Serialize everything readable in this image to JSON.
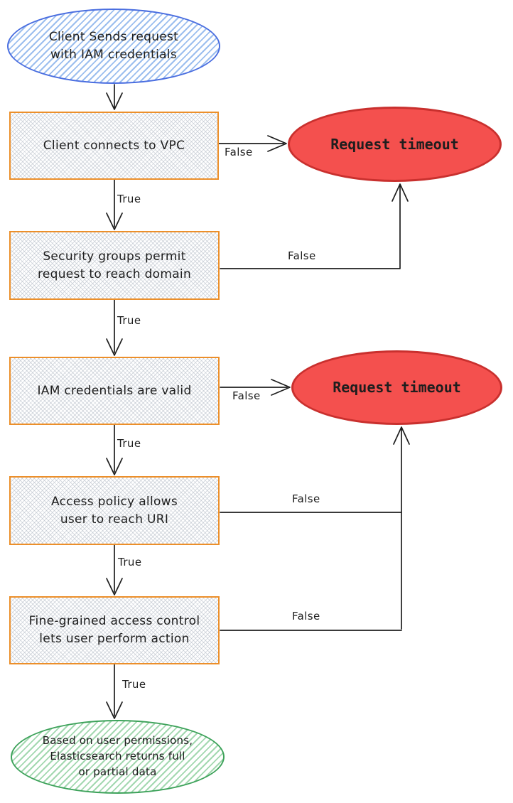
{
  "colors": {
    "arrow": "#1e1e1e",
    "start_border": "#4a6ee0",
    "start_hachure": "rgba(122,168,233,0.75)",
    "process_border": "#ec8f2a",
    "process_hatch": "rgba(168,177,189,0.45)",
    "timeout_fill": "#f4504e",
    "timeout_border": "#c9302e",
    "end_border": "#3da25a",
    "end_hachure": "rgba(124,199,142,0.7)"
  },
  "nodes": {
    "start": {
      "label": "Client Sends request\nwith IAM credentials"
    },
    "step_vpc": {
      "label": "Client connects to VPC"
    },
    "timeout_1": {
      "label": "Request timeout"
    },
    "step_security_groups": {
      "label": "Security groups permit\nrequest to reach domain"
    },
    "step_iam_valid": {
      "label": "IAM credentials are valid"
    },
    "timeout_2": {
      "label": "Request timeout"
    },
    "step_access_policy": {
      "label": "Access policy allows\nuser to reach URI"
    },
    "step_fgac": {
      "label": "Fine-grained access control\nlets user perform action"
    },
    "end": {
      "label": "Based on user permissions,\nElasticsearch returns full\nor partial data"
    }
  },
  "edge_labels": {
    "true_1": "True",
    "true_2": "True",
    "true_3": "True",
    "true_4": "True",
    "true_5": "True",
    "false_1": "False",
    "false_2": "False",
    "false_3": "False",
    "false_4": "False",
    "false_5": "False"
  }
}
